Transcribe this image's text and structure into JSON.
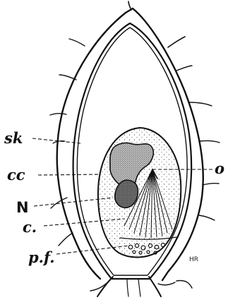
{
  "figure": {
    "labels": {
      "sk": "sk",
      "cc": "cc",
      "N": "N",
      "c": "c.",
      "pf": "p.f.",
      "o": "o"
    },
    "signature": "HR",
    "colors": {
      "ink": "#111111",
      "paper": "#ffffff"
    }
  }
}
